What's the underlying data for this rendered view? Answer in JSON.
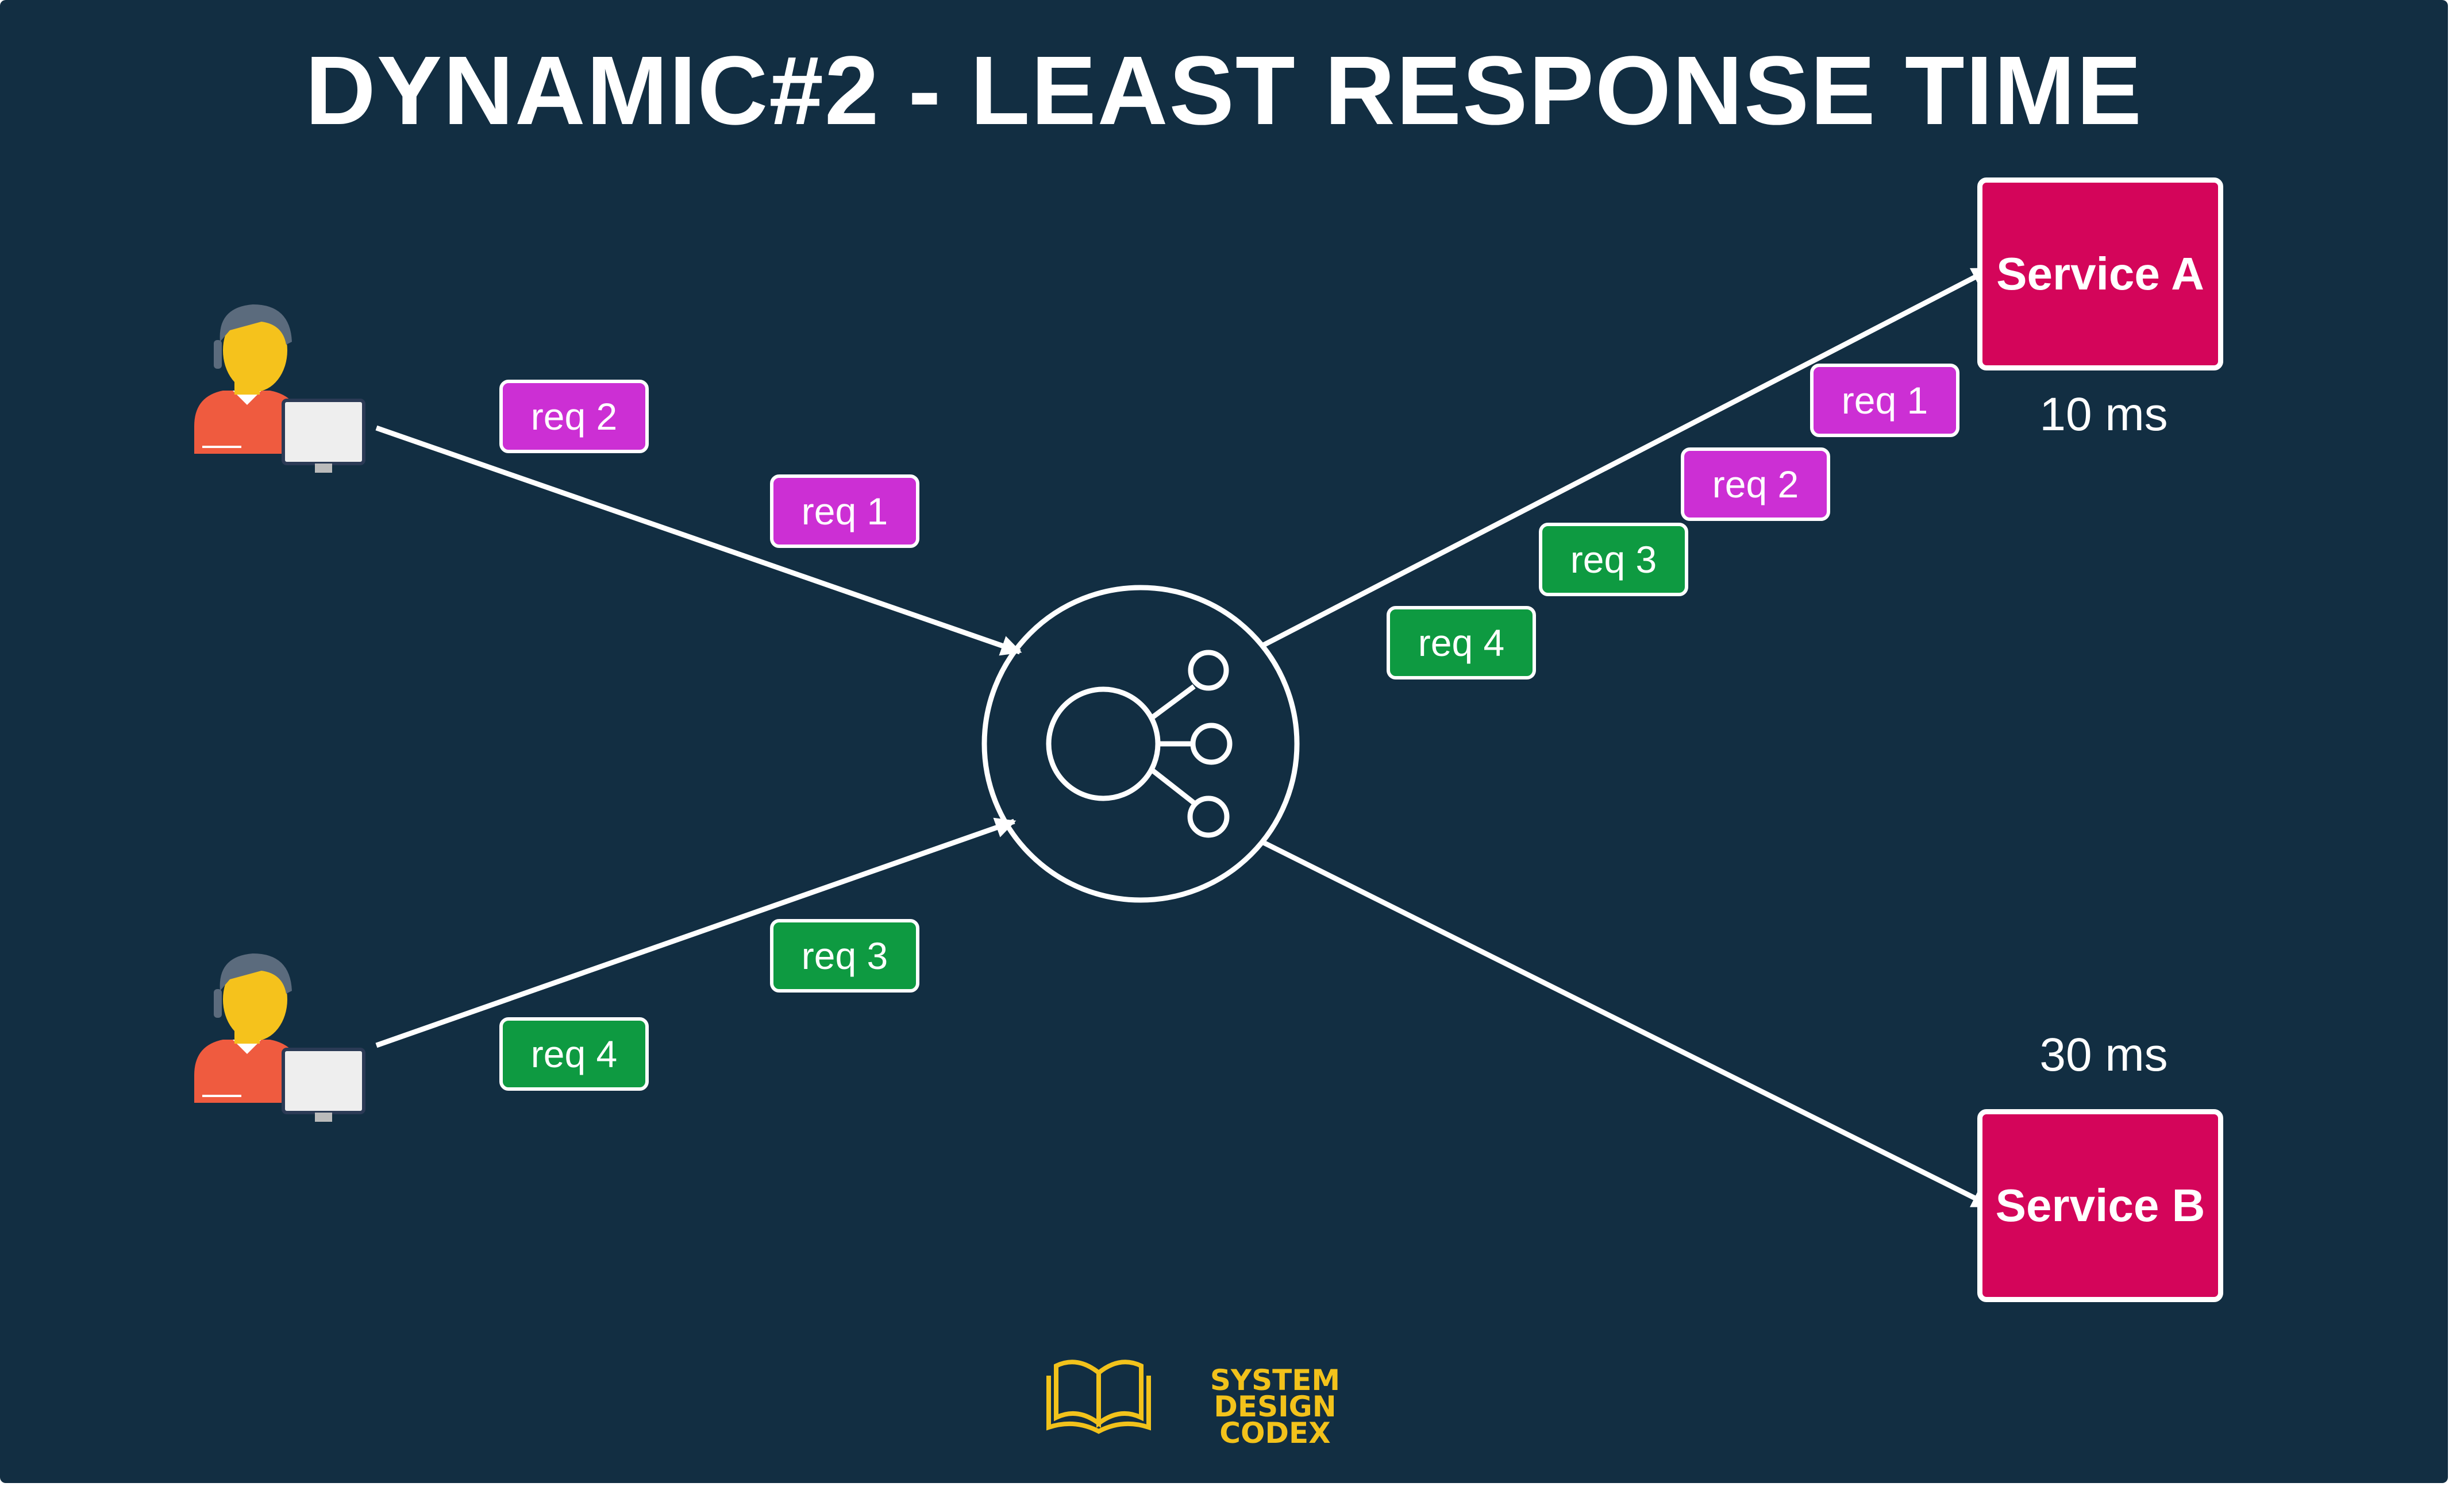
{
  "title": "DYNAMIC#2 - LEAST RESPONSE TIME",
  "colors": {
    "background": "#122e42",
    "request_client1": "#cc2fd4",
    "request_client2": "#0e9a41",
    "service": "#d4055a",
    "logo": "#f2c21b"
  },
  "clients": [
    {
      "icon": "user-at-computer-icon"
    },
    {
      "icon": "user-at-computer-icon"
    }
  ],
  "load_balancer": {
    "icon": "load-balancer-icon"
  },
  "incoming_requests": {
    "client1": [
      "req 2",
      "req 1"
    ],
    "client2": [
      "req 3",
      "req 4"
    ]
  },
  "outgoing_requests": [
    "req 1",
    "req 2",
    "req 3",
    "req 4"
  ],
  "services": [
    {
      "name": "Service A",
      "latency": "10 ms"
    },
    {
      "name": "Service B",
      "latency": "30 ms"
    }
  ],
  "logo": {
    "icon": "open-book-icon",
    "line1": "SYSTEM DESIGN",
    "line2": "CODEX"
  }
}
